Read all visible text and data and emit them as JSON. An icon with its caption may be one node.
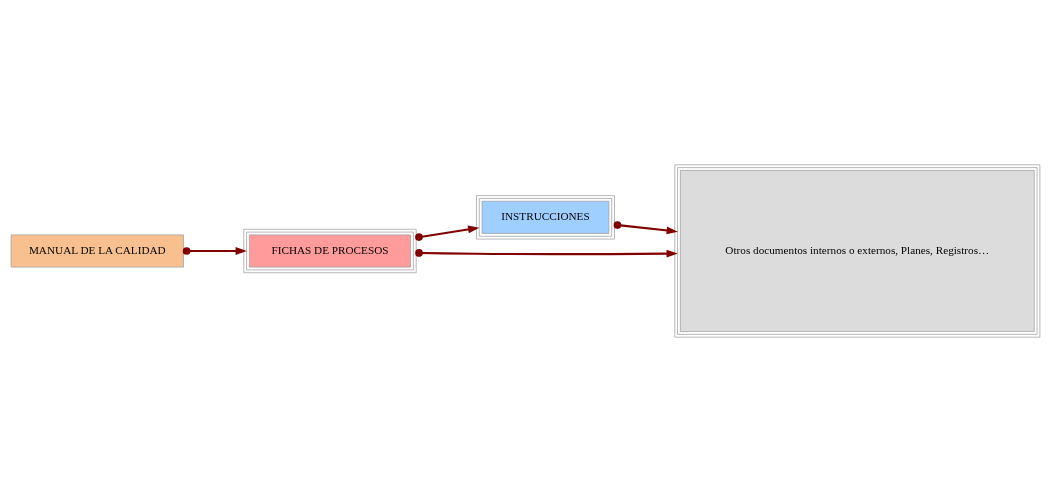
{
  "diagram": {
    "nodes": [
      {
        "text": [
          "MANUAL DE LA CALIDAD"
        ]
      },
      {
        "text": [
          "FICHAS DE PROCESOS"
        ]
      },
      {
        "text": [
          "INSTRUCCIONES"
        ]
      },
      {
        "text": [
          "Otros documentos internos o externos, Planes, Registros…"
        ]
      }
    ],
    "edges": [
      {
        "from": 0,
        "to": 1,
        "arrow": "to"
      },
      {
        "from": 1,
        "to": 3,
        "arrow": "to"
      },
      {
        "from": 1,
        "to": 2,
        "arrow": "to"
      },
      {
        "from": 2,
        "to": 3,
        "arrow": "to"
      }
    ]
  }
}
